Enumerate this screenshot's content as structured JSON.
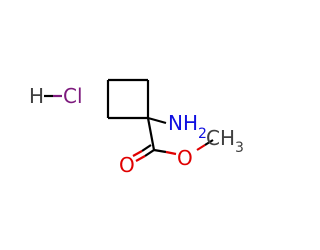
{
  "molecule": {
    "salt": {
      "h_label": "H",
      "cl_label": "Cl"
    },
    "amine": {
      "label": "NH",
      "subscript": "2"
    },
    "carbonyl_oxygen": {
      "label": "O"
    },
    "ester_oxygen": {
      "label": "O"
    },
    "methyl": {
      "label": "CH",
      "subscript": "3"
    }
  },
  "colors": {
    "bond": "#000000",
    "hydrogen": "#404040",
    "chlorine": "#7d1a7d",
    "nitrogen": "#1010e0",
    "oxygen": "#e00000",
    "carbon": "#404040"
  }
}
